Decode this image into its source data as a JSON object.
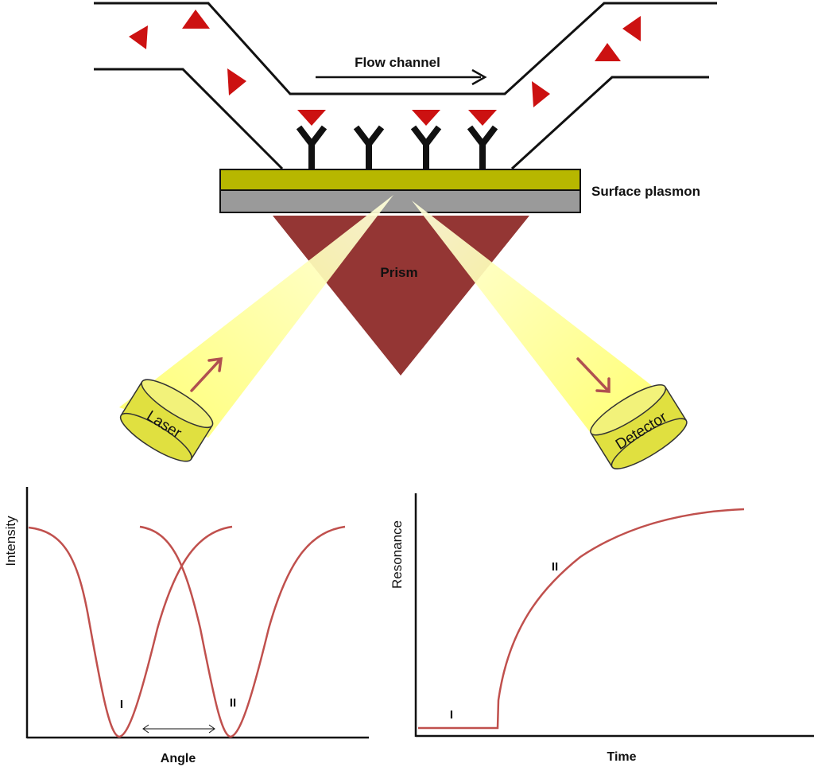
{
  "schematic": {
    "flow_channel_label": "Flow channel",
    "surface_plasmon_label": "Surface plasmon",
    "prism_label": "Prism",
    "laser_label": "Laser",
    "detector_label": "Detector",
    "colors": {
      "analyte": "#cc1111",
      "gold_layer": "#b7b700",
      "glass_layer": "#9a9a9a",
      "prism": "#943634",
      "beam": "#ffff99",
      "device": "#e0e040",
      "curve": "#c0504d",
      "antibody": "#111111"
    }
  },
  "plots": {
    "intensity": {
      "ylabel": "Intensity",
      "xlabel": "Angle",
      "curve_labels": [
        "I",
        "II"
      ]
    },
    "resonance": {
      "ylabel": "Resonance",
      "xlabel": "Time",
      "curve_labels": [
        "I",
        "II"
      ]
    }
  }
}
